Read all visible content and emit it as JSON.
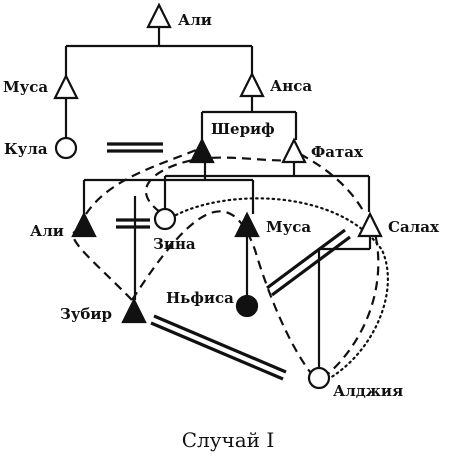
{
  "people": {
    "ali_top": "Али",
    "musa_top": "Муса",
    "ansa": "Анса",
    "kula": "Кула",
    "sherif": "Шериф",
    "fatah": "Фатах",
    "ali": "Али",
    "zina": "Зина",
    "musa": "Муса",
    "salah": "Салах",
    "nfisa": "Ньфиса",
    "zubir": "Зубир",
    "aldzhiya": "Алджия"
  },
  "caption": "Случай I",
  "colors": {
    "ink": "#111111",
    "background": "#ffffff"
  }
}
